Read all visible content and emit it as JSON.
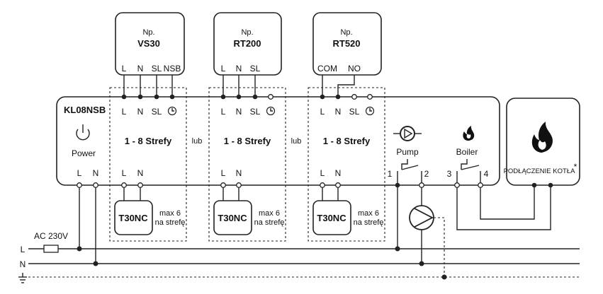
{
  "thermostats": [
    {
      "np": "Np.",
      "model": "VS30",
      "terminals": [
        "L",
        "N",
        "SL",
        "NSB"
      ]
    },
    {
      "np": "Np.",
      "model": "RT200",
      "terminals": [
        "L",
        "N",
        "SL"
      ]
    },
    {
      "np": "Np.",
      "model": "RT520",
      "terminals": [
        "COM",
        "NO"
      ]
    }
  ],
  "controller": {
    "name": "KL08NSB",
    "power_label": "Power",
    "zone_terms": [
      "L",
      "N",
      "SL"
    ],
    "zone_label": "1 - 8 Strefy",
    "or_label": "lub",
    "bottom_terms": [
      "L",
      "N"
    ],
    "actuator": "T30NC",
    "actuator_note_1": "max 6",
    "actuator_note_2": "na strefę",
    "pump_label": "Pump",
    "boiler_label": "Boiler",
    "numbers": [
      "1",
      "2",
      "3",
      "4"
    ]
  },
  "boiler_box": {
    "label": "PODŁĄCZENIE KOTŁA",
    "asterisk": "*"
  },
  "supply": {
    "voltage": "AC 230V",
    "line_L": "L",
    "line_N": "N"
  }
}
